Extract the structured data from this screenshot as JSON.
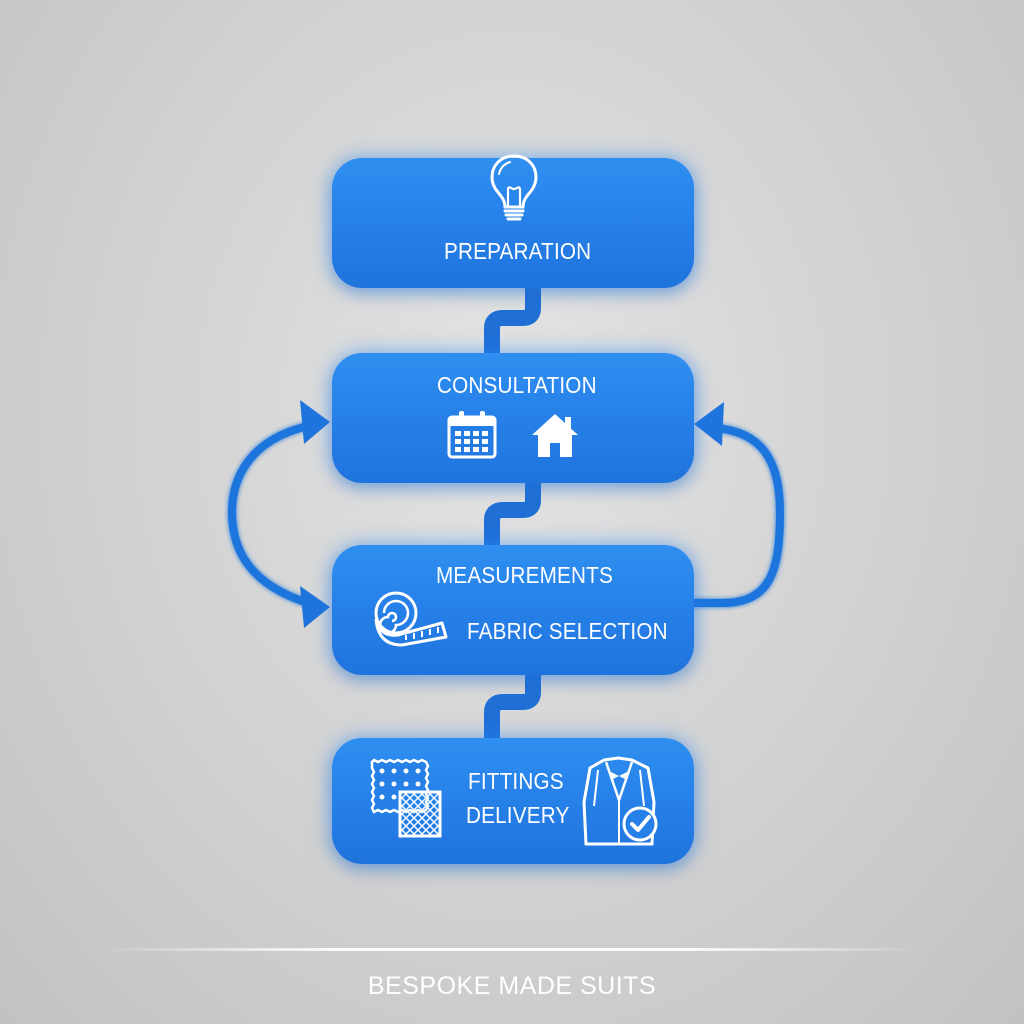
{
  "steps": [
    {
      "label": "PREPARATION",
      "icons": [
        "lightbulb-icon"
      ]
    },
    {
      "label": "CONSULTATION",
      "icons": [
        "calendar-icon",
        "house-icon"
      ]
    },
    {
      "label": "MEASUREMENTS",
      "sublabel": "FABRIC SELECTION",
      "icons": [
        "tape-measure-icon"
      ]
    },
    {
      "label": "FITTINGS",
      "sublabel": "DELIVERY",
      "icons": [
        "fabric-swatches-icon",
        "suit-check-icon"
      ]
    }
  ],
  "footer": {
    "title": "BESPOKE MADE SUITS"
  },
  "colors": {
    "box_fill": "#2680e8",
    "box_glow": "#3b9cff",
    "connector": "#1f6fd6",
    "text": "#ffffff",
    "background": "#d0d0d0"
  }
}
